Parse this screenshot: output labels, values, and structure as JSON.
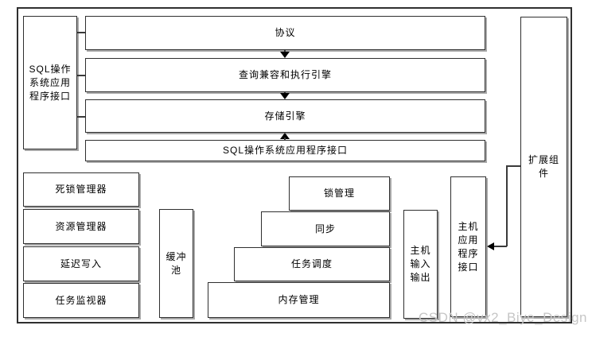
{
  "diagram": {
    "left_api": "SQL操作系统应用程序接口",
    "top_stack": {
      "protocol": "协议",
      "query_engine": "查询兼容和执行引擎",
      "storage_engine": "存储引擎",
      "sql_api": "SQL操作系统应用程序接口"
    },
    "managers": [
      "死锁管理器",
      "资源管理器",
      "延迟写入",
      "任务监视器"
    ],
    "buffer_pool": "缓冲池",
    "kernel_stack": [
      "锁管理",
      "同步",
      "任务调度",
      "内存管理"
    ],
    "host_io": "主机输入输出",
    "host_api": "主机应用程序接口",
    "extension": "扩展组件"
  },
  "watermark": "CSDN @vx2_Biye_Design",
  "colors": {
    "background": "#ffffff",
    "border": "#2f2f2f",
    "shadow": "#a8a8a8",
    "text": "#000000",
    "arrow": "#000000",
    "watermark": "#c6c6c6"
  }
}
